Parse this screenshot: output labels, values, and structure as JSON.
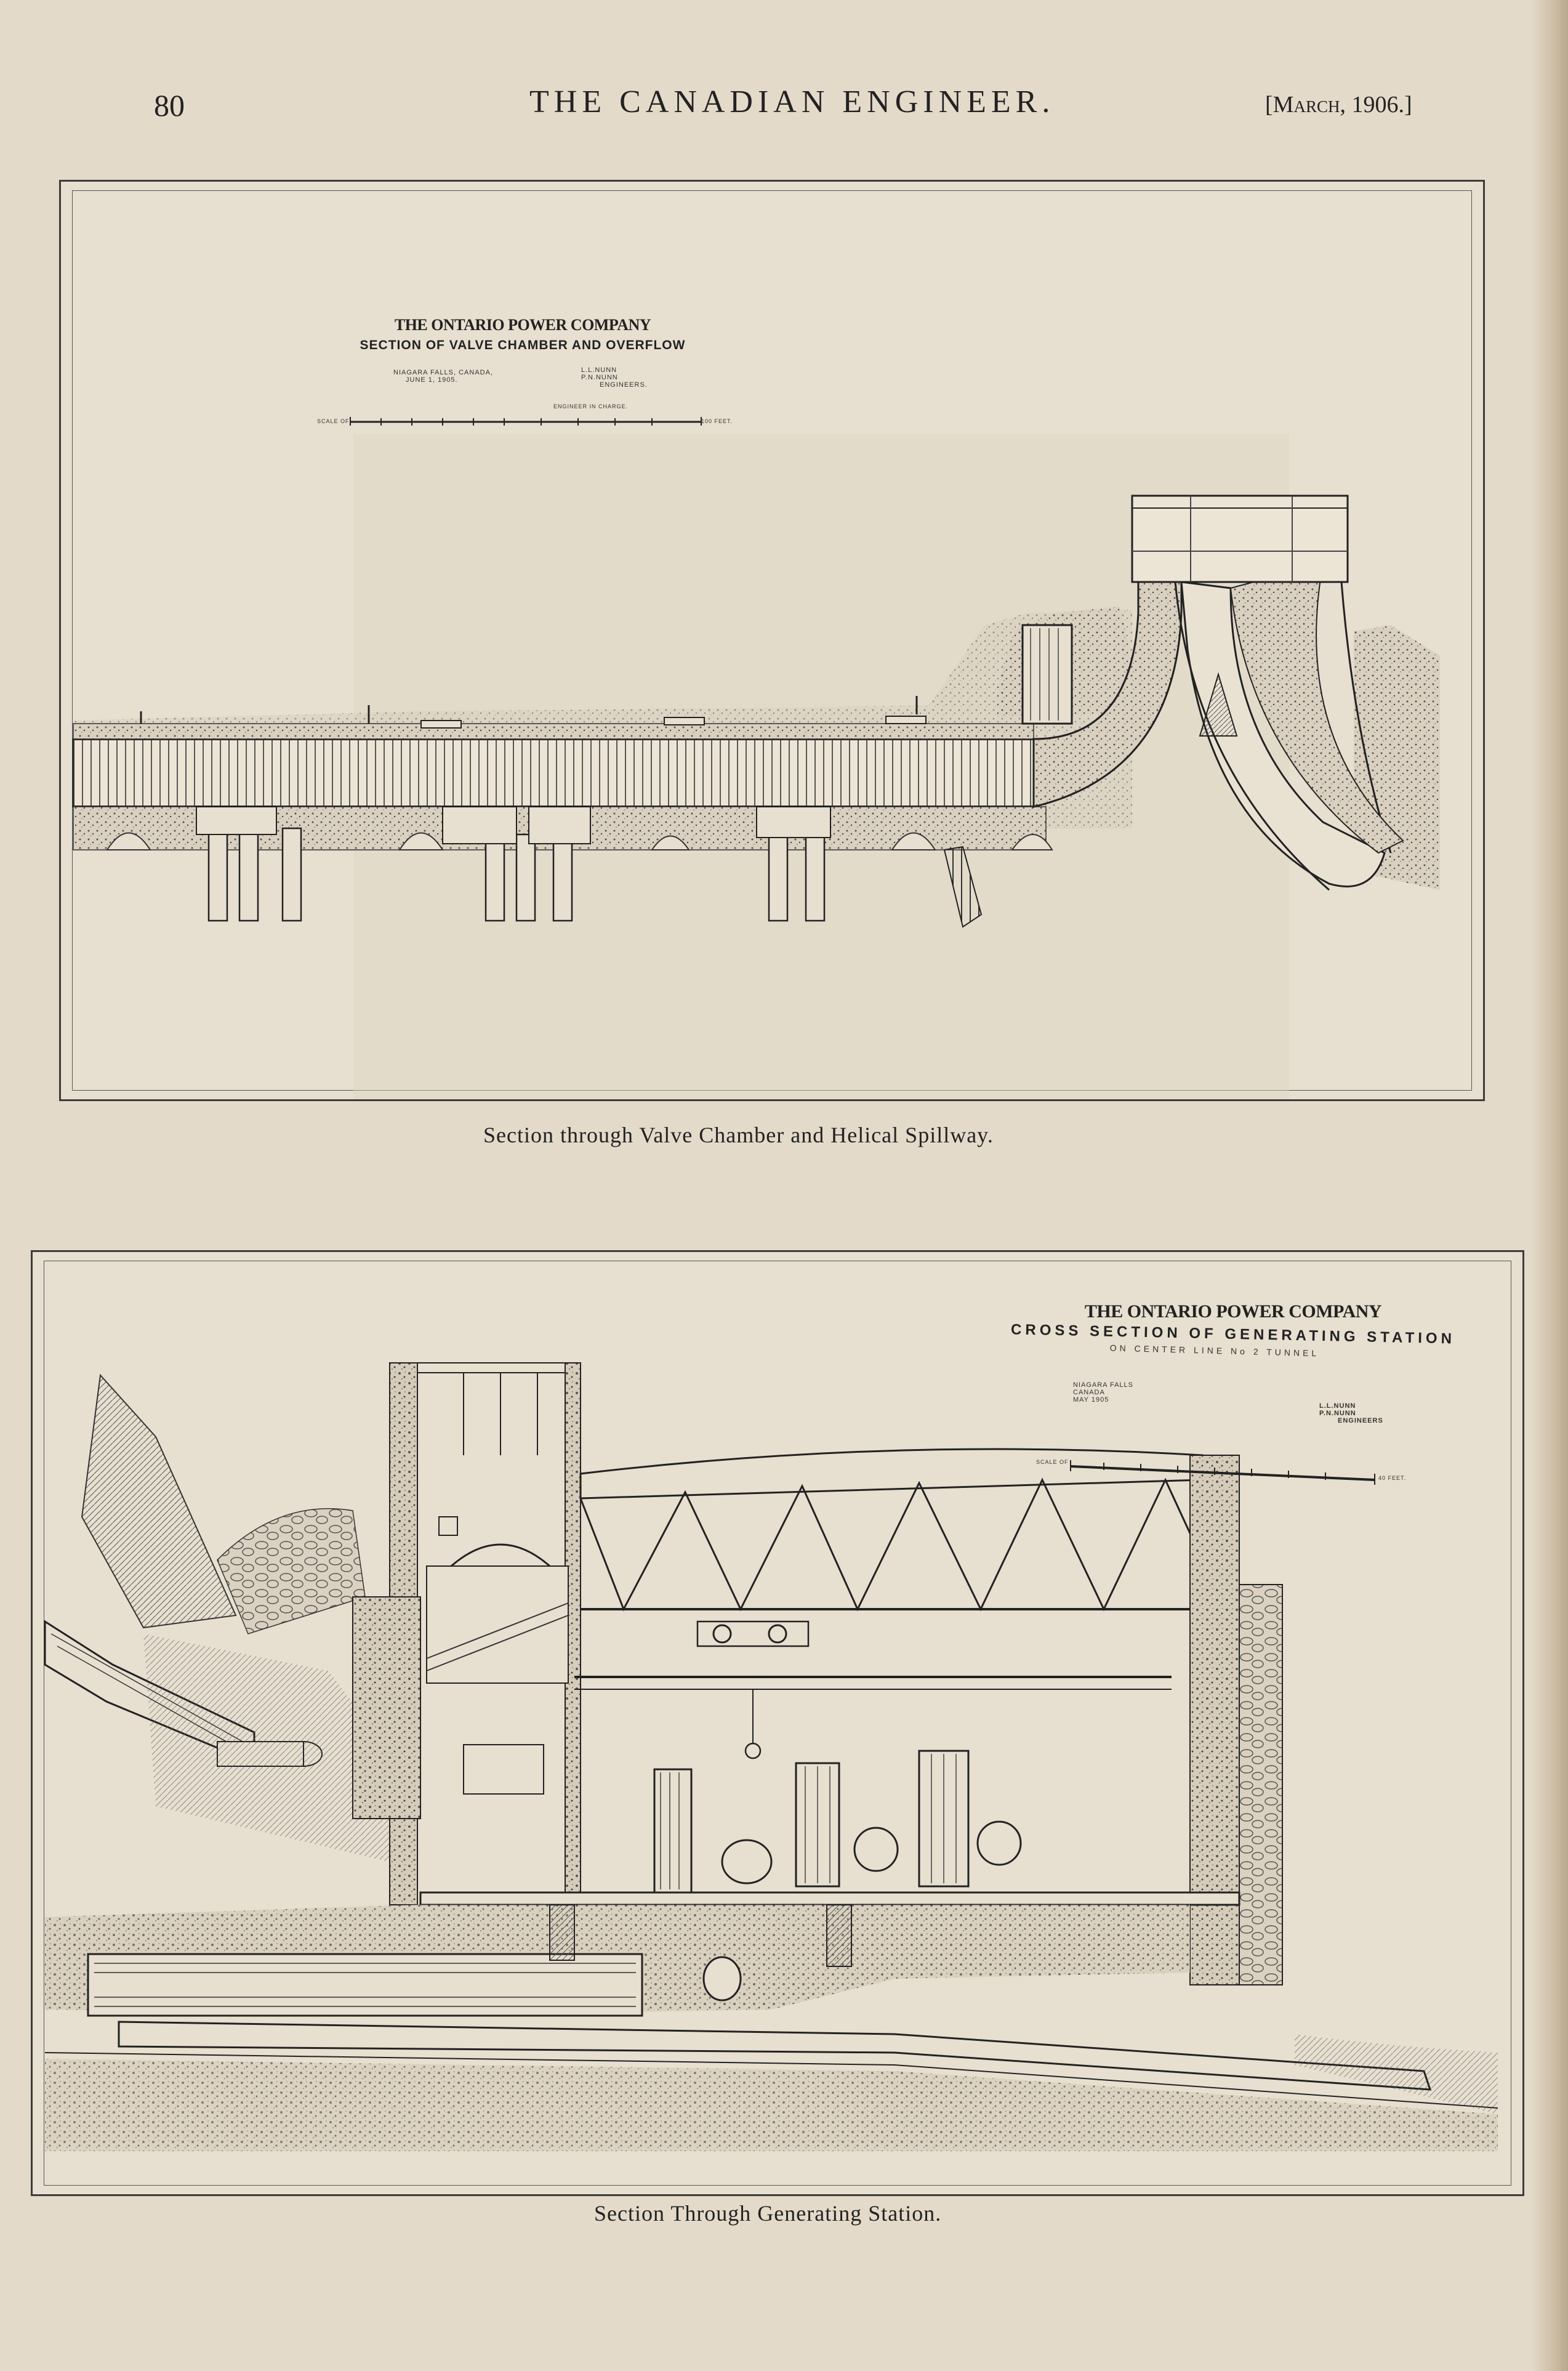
{
  "header": {
    "page_number": "80",
    "journal_title": "THE CANADIAN ENGINEER.",
    "issue_date": "[March, 1906.]"
  },
  "figure1": {
    "company": "THE ONTARIO POWER COMPANY",
    "subtitle": "SECTION OF VALVE CHAMBER AND OVERFLOW",
    "location": "NIAGARA FALLS, CANADA,",
    "date": "JUNE 1, 1905.",
    "engineers_names": "L.L.NUNN\nP.N.NUNN",
    "engineers_label": "ENGINEERS.",
    "signature_label": "ENGINEER IN CHARGE.",
    "scale_label": "SCALE OF",
    "scale_unit": "100 FEET.",
    "caption": "Section through Valve Chamber and Helical Spillway."
  },
  "figure2": {
    "company": "THE ONTARIO POWER COMPANY",
    "subtitle": "CROSS SECTION OF GENERATING STATION",
    "subtitle2": "ON CENTER LINE No 2 TUNNEL",
    "location": "NIAGARA FALLS",
    "country": "CANADA",
    "date": "MAY 1905",
    "engineers_names": "L.L.NUNN\nP.N.NUNN",
    "engineers_label": "ENGINEERS",
    "scale_label": "SCALE OF",
    "scale_unit": "40 FEET.",
    "caption": "Section Through Generating Station."
  }
}
